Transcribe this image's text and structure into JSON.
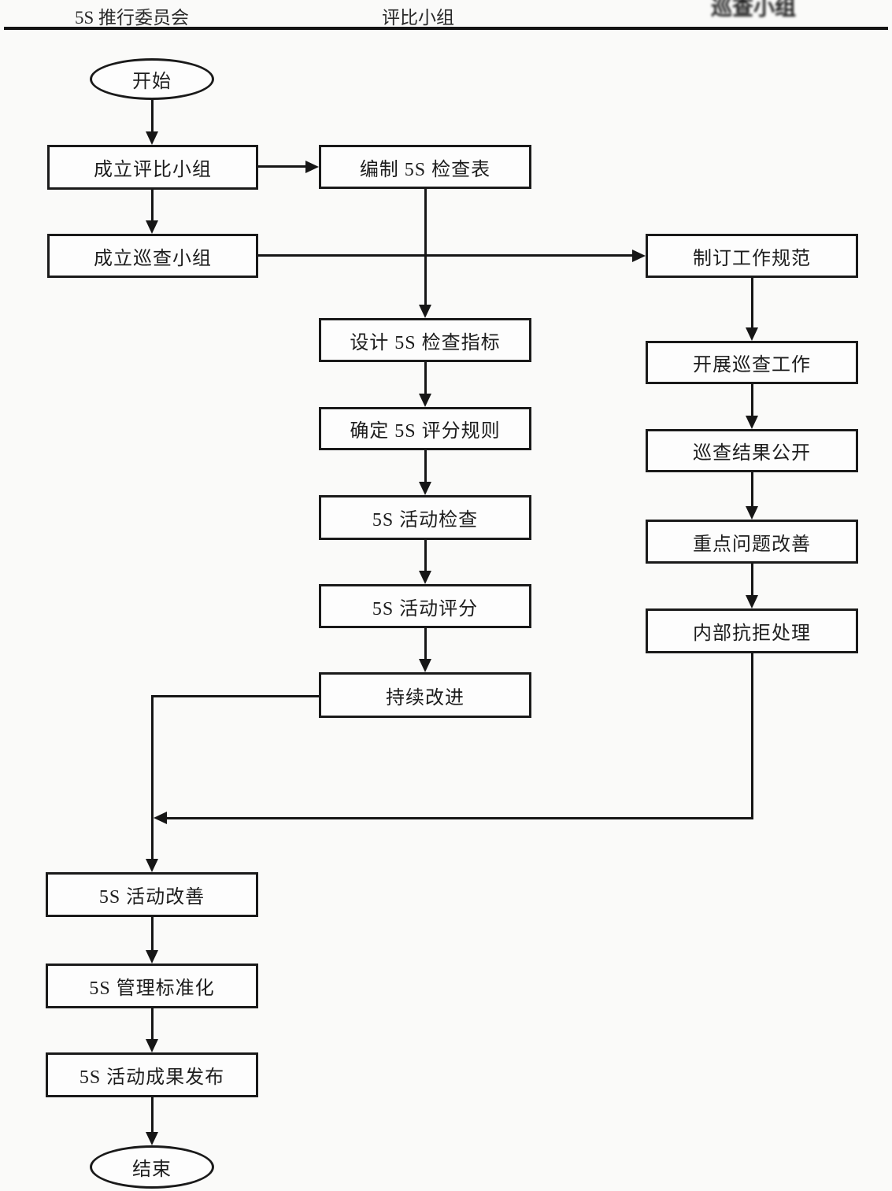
{
  "header": {
    "committee": "5S 推行委员会",
    "eval_group": "评比小组",
    "patrol_group": "巡查小组"
  },
  "flowchart": {
    "nodes": {
      "start": {
        "label": "开始",
        "shape": "terminator"
      },
      "establish_eval_group": {
        "label": "成立评比小组",
        "shape": "process"
      },
      "compile_checklist": {
        "label": "编制 5S 检查表",
        "shape": "process"
      },
      "establish_patrol_group": {
        "label": "成立巡查小组",
        "shape": "process"
      },
      "formulate_work_standards": {
        "label": "制订工作规范",
        "shape": "process"
      },
      "design_indicators": {
        "label": "设计 5S 检查指标",
        "shape": "process"
      },
      "carry_out_patrol": {
        "label": "开展巡查工作",
        "shape": "process"
      },
      "confirm_scoring_rules": {
        "label": "确定 5S 评分规则",
        "shape": "process"
      },
      "publicize_results": {
        "label": "巡查结果公开",
        "shape": "process"
      },
      "activity_inspection": {
        "label": "5S 活动检查",
        "shape": "process"
      },
      "key_issue_improvement": {
        "label": "重点问题改善",
        "shape": "process"
      },
      "activity_scoring": {
        "label": "5S 活动评分",
        "shape": "process"
      },
      "internal_resistance": {
        "label": "内部抗拒处理",
        "shape": "process"
      },
      "continuous_improvement": {
        "label": "持续改进",
        "shape": "process"
      },
      "activity_improvement": {
        "label": "5S 活动改善",
        "shape": "process"
      },
      "management_standardization": {
        "label": "5S 管理标准化",
        "shape": "process"
      },
      "results_release": {
        "label": "5S 活动成果发布",
        "shape": "process"
      },
      "end": {
        "label": "结束",
        "shape": "terminator"
      }
    },
    "edges": [
      {
        "from": "start",
        "to": "establish_eval_group"
      },
      {
        "from": "establish_eval_group",
        "to": "compile_checklist"
      },
      {
        "from": "establish_eval_group",
        "to": "establish_patrol_group"
      },
      {
        "from": "establish_patrol_group",
        "to": "formulate_work_standards"
      },
      {
        "from": "compile_checklist",
        "to": "design_indicators"
      },
      {
        "from": "design_indicators",
        "to": "confirm_scoring_rules"
      },
      {
        "from": "confirm_scoring_rules",
        "to": "activity_inspection"
      },
      {
        "from": "activity_inspection",
        "to": "activity_scoring"
      },
      {
        "from": "activity_scoring",
        "to": "continuous_improvement"
      },
      {
        "from": "formulate_work_standards",
        "to": "carry_out_patrol"
      },
      {
        "from": "carry_out_patrol",
        "to": "publicize_results"
      },
      {
        "from": "publicize_results",
        "to": "key_issue_improvement"
      },
      {
        "from": "key_issue_improvement",
        "to": "internal_resistance"
      },
      {
        "from": "continuous_improvement",
        "to": "activity_improvement"
      },
      {
        "from": "internal_resistance",
        "to": "activity_improvement"
      },
      {
        "from": "activity_improvement",
        "to": "management_standardization"
      },
      {
        "from": "management_standardization",
        "to": "results_release"
      },
      {
        "from": "results_release",
        "to": "end"
      }
    ],
    "colors": {
      "line": "#161616",
      "border": "#1a1a1a",
      "background": "#fafaf9",
      "node_fill": "#fdfdfd"
    }
  }
}
